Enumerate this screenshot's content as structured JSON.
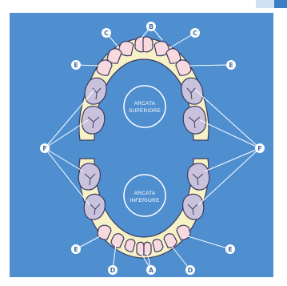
{
  "diagram": {
    "upper_arch_label": [
      "ARCATA",
      "SUPERIORE"
    ],
    "lower_arch_label": [
      "ARCATA",
      "INFERIORE"
    ],
    "markers": {
      "B": "B",
      "C_left": "C",
      "C_right": "C",
      "E_upper_left": "E",
      "E_upper_right": "E",
      "F_left": "F",
      "F_right": "F",
      "E_lower_left": "E",
      "E_lower_right": "E",
      "D_left": "D",
      "D_right": "D",
      "A": "A"
    },
    "colors": {
      "background": "#4f8fd0",
      "frame": "#ffffff",
      "gum": "#f6f1c7",
      "incisor": "#f7d9df",
      "molar": "#c9c2dd",
      "outline": "#3d3b5c"
    }
  }
}
